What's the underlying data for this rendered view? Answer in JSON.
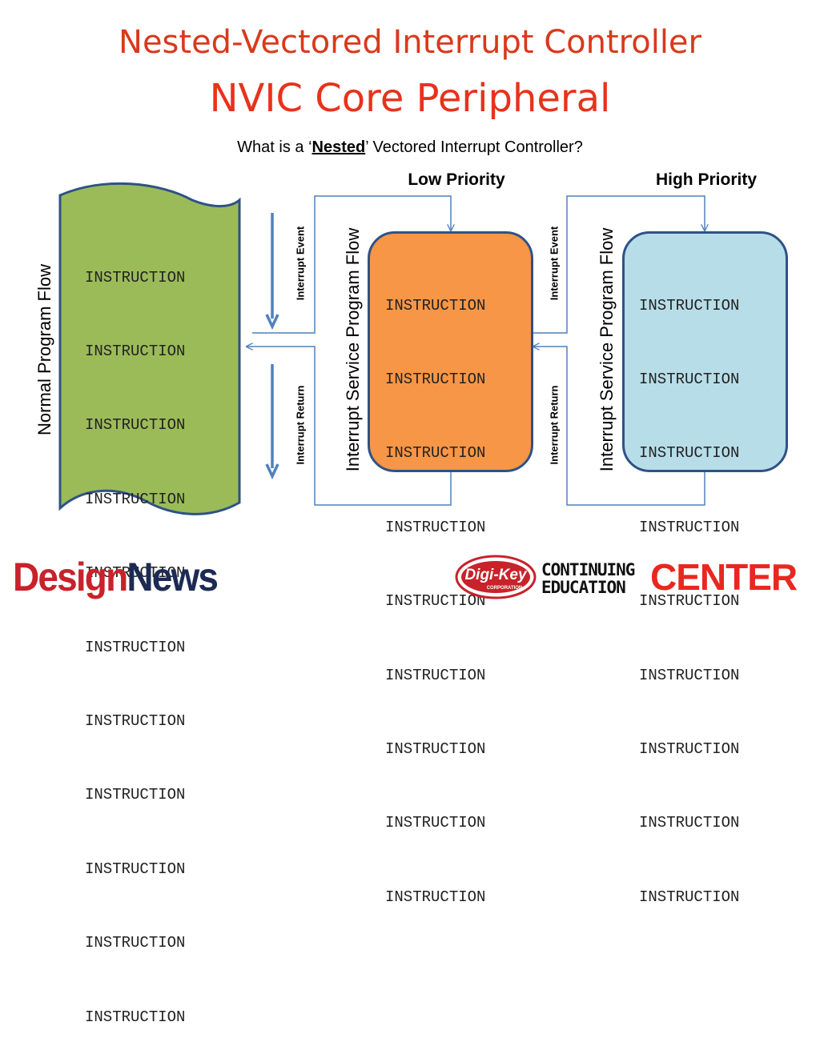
{
  "title_line1": "Nested-Vectored Interrupt Controller",
  "title_line2": "NVIC Core Peripheral",
  "question": {
    "before": "What is a ‘",
    "emph": "Nested",
    "after": "’ Vectored Interrupt Controller?"
  },
  "low_priority_label": "Low Priority",
  "high_priority_label": "High Priority",
  "normal_flow_label": "Normal Program Flow",
  "isr_flow_label": "Interrupt Service Program Flow",
  "interrupt_event_label": "Interrupt Event",
  "interrupt_return_label": "Interrupt Return",
  "instruction_text": "INSTRUCTION",
  "main_instruction_count": 11,
  "isr_instruction_count": 9,
  "logo_left": {
    "part1": "Design",
    "part2": "News"
  },
  "logo_right": {
    "badge": "Digi-Key",
    "badge_sub": "CORPORATION",
    "line1": "CONTINUING",
    "line2": "EDUCATION",
    "line3": "CENTER"
  },
  "colors": {
    "title": "#d9391c",
    "green_box": "#9bbb59",
    "orange_box": "#f79646",
    "blue_box": "#b7dde8",
    "border": "#2f5286",
    "connector": "#4f81bd",
    "center_red": "#e8281f"
  }
}
